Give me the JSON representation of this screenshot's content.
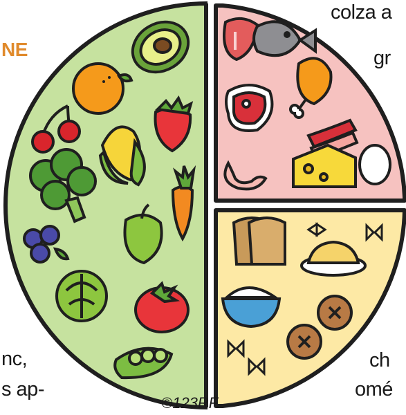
{
  "text_fragments": {
    "top_left": "NE",
    "top_right_1": "colza a",
    "top_right_2": "gr",
    "bottom_left_1": "nc,",
    "bottom_left_2": "s ap-",
    "bottom_right_1": "ch",
    "bottom_right_2": "omé"
  },
  "watermark": "©123RF.",
  "plate_sections": [
    {
      "name": "vegetables-fruits",
      "color": "#c6e29f",
      "share": 0.5
    },
    {
      "name": "proteins",
      "color": "#f6c2c0",
      "share": 0.25
    },
    {
      "name": "starches",
      "color": "#fde9a5",
      "share": 0.25
    }
  ],
  "food_icons": {
    "vegetables_fruits": [
      "avocado-icon",
      "orange-icon",
      "strawberry-icon",
      "cherries-icon",
      "corn-icon",
      "broccoli-icon",
      "carrot-icon",
      "apple-icon",
      "blueberries-icon",
      "cabbage-icon",
      "tomato-icon",
      "peas-icon"
    ],
    "proteins": [
      "ham-icon",
      "fish-icon",
      "chicken-leg-icon",
      "steak-icon",
      "bacon-icon",
      "shrimp-icon",
      "cheese-icon",
      "egg-icon"
    ],
    "starches": [
      "bread-icon",
      "farfalle-icon",
      "spaghetti-icon",
      "rice-bowl-icon",
      "bread-rolls-icon"
    ]
  }
}
